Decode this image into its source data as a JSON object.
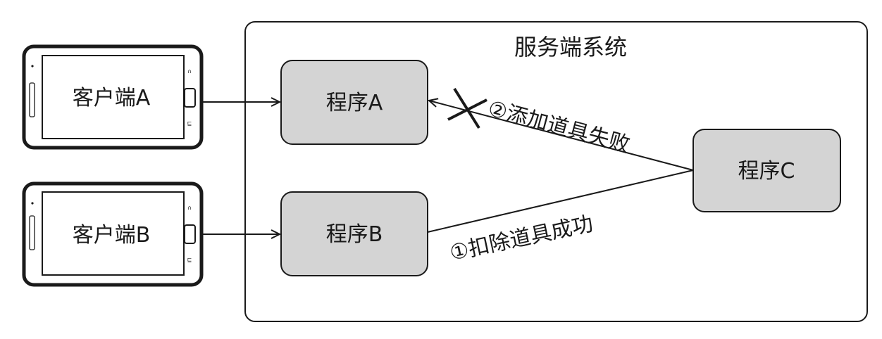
{
  "server": {
    "title": "服务端系统"
  },
  "clients": [
    {
      "label": "客户端A"
    },
    {
      "label": "客户端B"
    }
  ],
  "programs": {
    "a": {
      "label": "程序A"
    },
    "b": {
      "label": "程序B"
    },
    "c": {
      "label": "程序C"
    }
  },
  "messages": {
    "step1": "①扣除道具成功",
    "step2": "②添加道具失败"
  },
  "colors": {
    "program_fill": "#d4d4d4",
    "stroke": "#1a1a1a",
    "background": "#ffffff"
  }
}
